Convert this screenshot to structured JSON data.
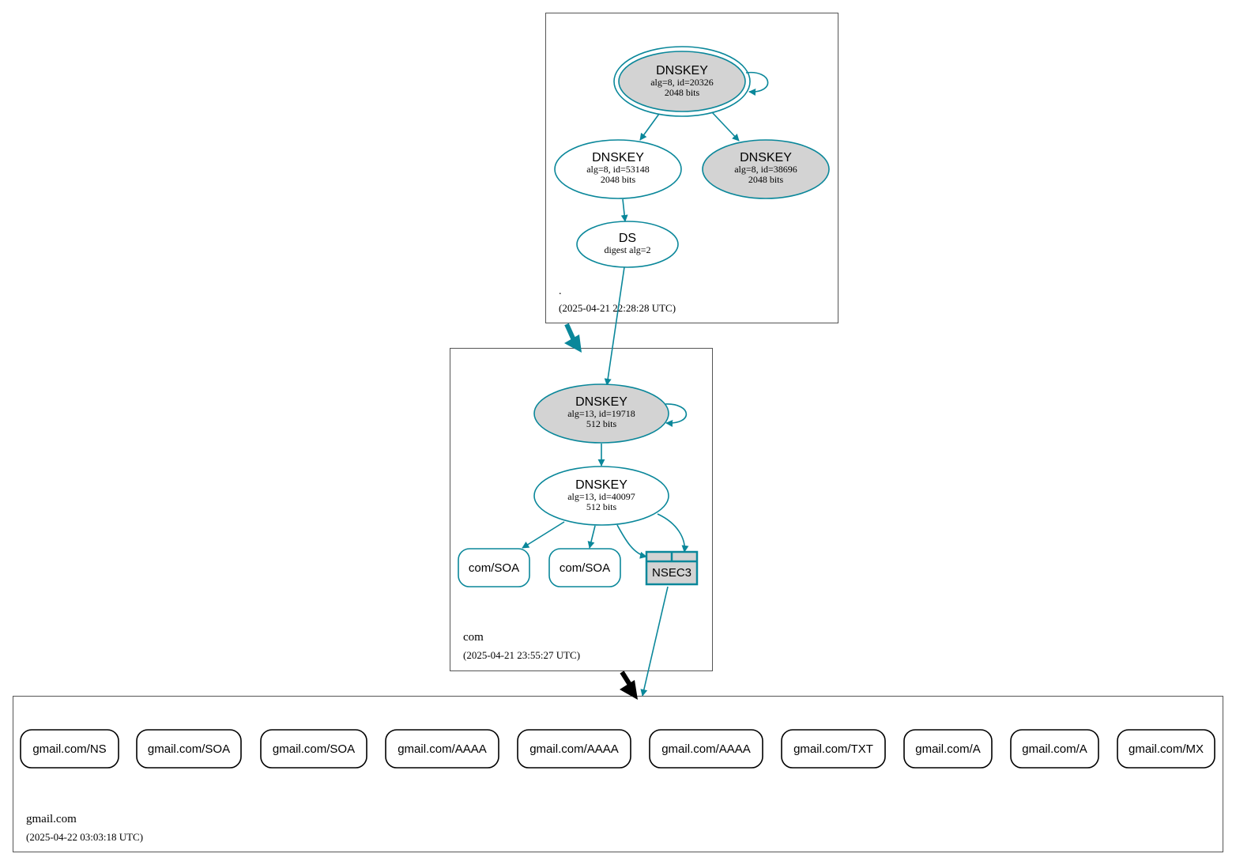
{
  "colors": {
    "teal": "#0a879a",
    "gray_fill": "#d3d3d3",
    "black": "#000000",
    "zone_border": "#555555"
  },
  "zones": {
    "root": {
      "name": ".",
      "timestamp": "(2025-04-21 22:28:28 UTC)"
    },
    "com": {
      "name": "com",
      "timestamp": "(2025-04-21 23:55:27 UTC)"
    },
    "gmail": {
      "name": "gmail.com",
      "timestamp": "(2025-04-22 03:03:18 UTC)"
    }
  },
  "nodes": {
    "root_ksk": {
      "title": "DNSKEY",
      "line1": "alg=8, id=20326",
      "line2": "2048 bits"
    },
    "root_zsk": {
      "title": "DNSKEY",
      "line1": "alg=8, id=53148",
      "line2": "2048 bits"
    },
    "root_ksk2": {
      "title": "DNSKEY",
      "line1": "alg=8, id=38696",
      "line2": "2048 bits"
    },
    "com_ds": {
      "title": "DS",
      "line1": "digest alg=2"
    },
    "com_ksk": {
      "title": "DNSKEY",
      "line1": "alg=13, id=19718",
      "line2": "512 bits"
    },
    "com_zsk": {
      "title": "DNSKEY",
      "line1": "alg=13, id=40097",
      "line2": "512 bits"
    },
    "com_soa_1": {
      "label": "com/SOA"
    },
    "com_soa_2": {
      "label": "com/SOA"
    },
    "nsec3": {
      "label": "NSEC3"
    }
  },
  "gmail_records": [
    "gmail.com/NS",
    "gmail.com/SOA",
    "gmail.com/SOA",
    "gmail.com/AAAA",
    "gmail.com/AAAA",
    "gmail.com/AAAA",
    "gmail.com/TXT",
    "gmail.com/A",
    "gmail.com/A",
    "gmail.com/MX"
  ]
}
